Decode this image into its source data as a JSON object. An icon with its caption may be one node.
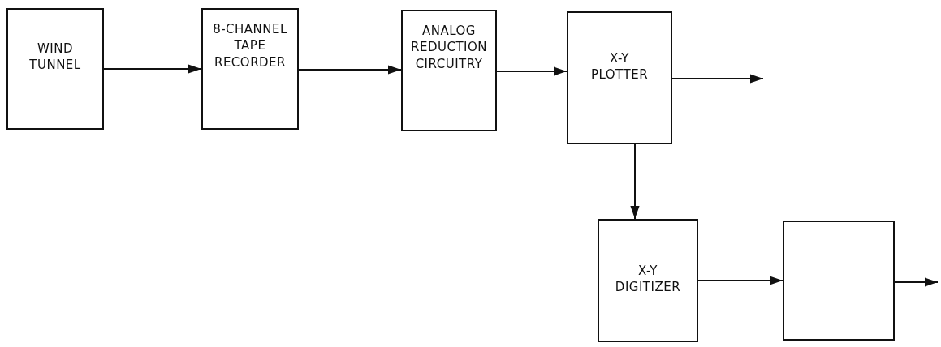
{
  "diagram": {
    "nodes": [
      {
        "text": [
          "WIND TUNNEL"
        ]
      },
      {
        "text": [
          "8-CHANNEL TAPE RECORDER"
        ]
      },
      {
        "text": [
          "ANALOG REDUCTION CIRCUITRY"
        ]
      },
      {
        "text": [
          "X-Y PLOTTER"
        ]
      },
      {
        "text": [
          "X-Y DIGITIZER"
        ]
      },
      {
        "text": [],
        "shape": "box"
      }
    ],
    "edges": [
      {
        "from": 0,
        "to": 1,
        "arrow": "to"
      },
      {
        "from": 1,
        "to": 2,
        "arrow": "to"
      },
      {
        "from": 2,
        "to": 3,
        "arrow": "to"
      },
      {
        "from": 3,
        "to": null,
        "arrow": "to"
      },
      {
        "from": 3,
        "to": 4,
        "arrow": "to"
      },
      {
        "from": 4,
        "to": 5,
        "arrow": "to"
      },
      {
        "from": 5,
        "to": null,
        "arrow": "to"
      }
    ]
  }
}
